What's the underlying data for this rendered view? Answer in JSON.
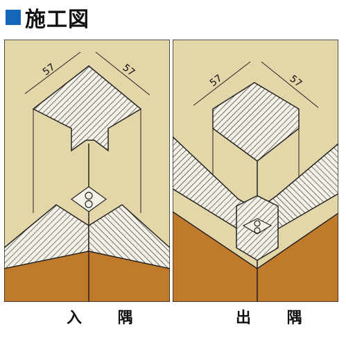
{
  "title": "施工図",
  "colors": {
    "accent": "#1565b8",
    "wall": "#e3d6a8",
    "floor": "#c07a2c",
    "trim": "#f4f1e6",
    "line": "#222222"
  },
  "panels": [
    {
      "caption": "入 隅",
      "dim_a": "57",
      "dim_b": "57"
    },
    {
      "caption": "出 隅",
      "dim_a": "57",
      "dim_b": "57"
    }
  ]
}
